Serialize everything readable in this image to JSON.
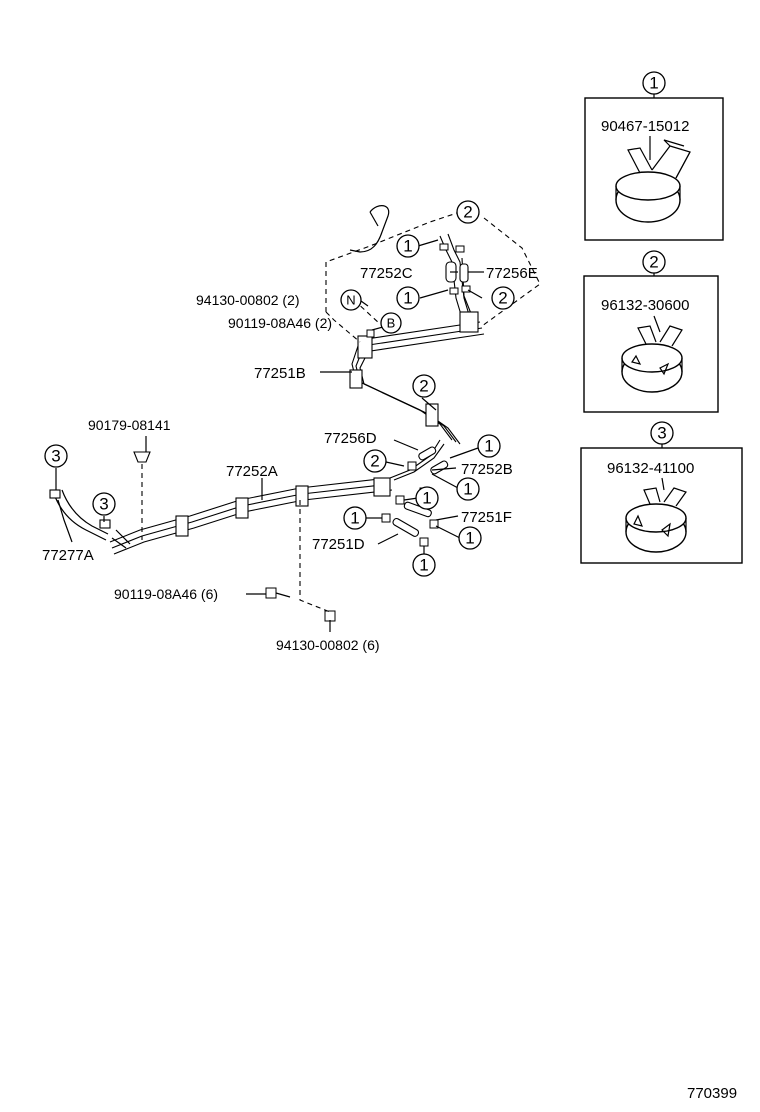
{
  "callouts": {
    "c1": "1",
    "c2": "2",
    "c3": "3"
  },
  "letter_callouts": {
    "n": "N",
    "b": "B"
  },
  "parts": {
    "p77252C": "77252C",
    "p77256E": "77256E",
    "p94130_2": "94130-00802 (2)",
    "p90119_2": "90119-08A46 (2)",
    "p77251B": "77251B",
    "p77256D": "77256D",
    "p77252B": "77252B",
    "p77251F": "77251F",
    "p77251D": "77251D",
    "p90179": "90179-08141",
    "p77252A": "77252A",
    "p77277A": "77277A",
    "p90119_6": "90119-08A46 (6)",
    "p94130_6": "94130-00802 (6)"
  },
  "legend": [
    {
      "index": "1",
      "part_no": "90467-15012"
    },
    {
      "index": "2",
      "part_no": "96132-30600"
    },
    {
      "index": "3",
      "part_no": "96132-41100"
    }
  ],
  "diagram_id": "770399"
}
